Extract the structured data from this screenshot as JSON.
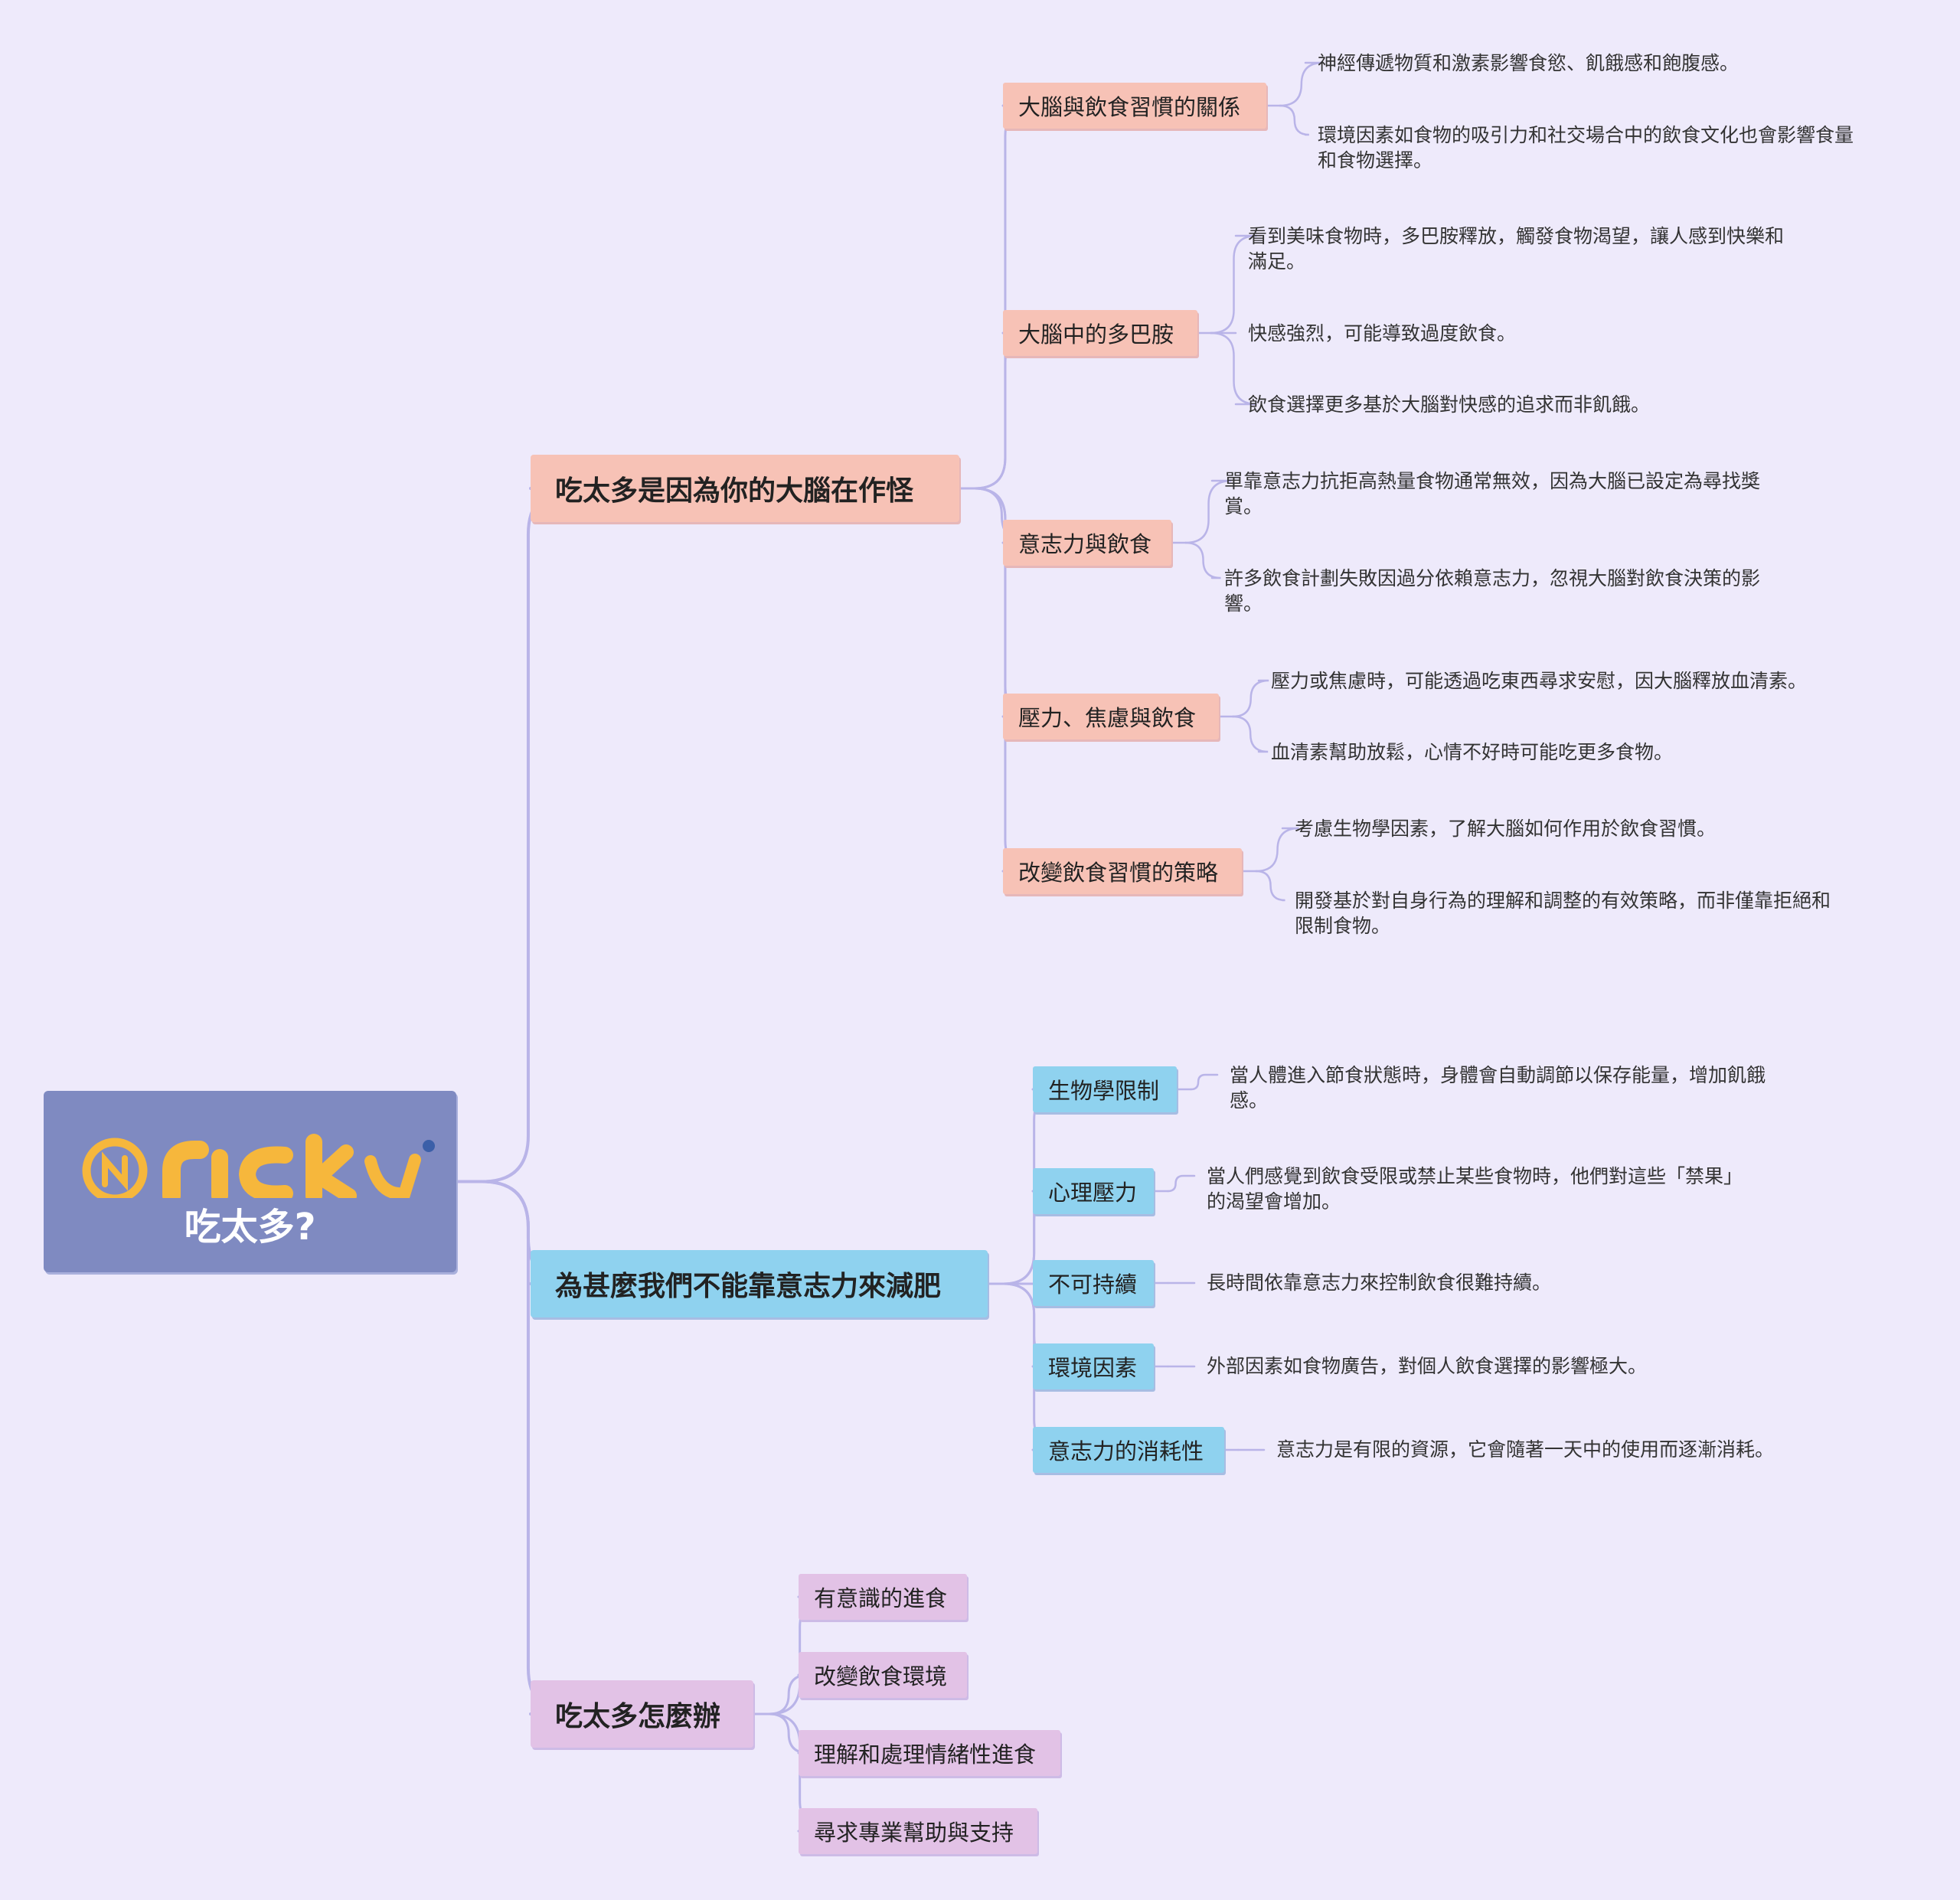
{
  "root": {
    "logo_text": "ricky",
    "title": "吃太多?"
  },
  "colors": {
    "background": "#eeeafb",
    "root": "#7f8ac1",
    "logo": "#f6b73c",
    "branch_1": "#f7c2b6",
    "branch_2": "#8fd2ef",
    "branch_3": "#e2c2e6",
    "connector": "#b9b4e8"
  },
  "branches": [
    {
      "label": "吃太多是因為你的大腦在作怪",
      "children": [
        {
          "label": "大腦與飲食習慣的關係",
          "notes": [
            [
              "神經傳遞物質和激素影響食慾、飢餓感和飽腹感。"
            ],
            [
              "環境因素如食物的吸引力和社交場合中的飲食文化也會影響食量",
              "和食物選擇。"
            ]
          ]
        },
        {
          "label": "大腦中的多巴胺",
          "notes": [
            [
              "看到美味食物時，多巴胺釋放，觸發食物渴望，讓人感到快樂和",
              "滿足。"
            ],
            [
              "快感強烈，可能導致過度飲食。"
            ],
            [
              "飲食選擇更多基於大腦對快感的追求而非飢餓。"
            ]
          ]
        },
        {
          "label": "意志力與飲食",
          "notes": [
            [
              "單靠意志力抗拒高熱量食物通常無效，因為大腦已設定為尋找獎",
              "賞。"
            ],
            [
              "許多飲食計劃失敗因過分依賴意志力，忽視大腦對飲食決策的影",
              "響。"
            ]
          ]
        },
        {
          "label": "壓力、焦慮與飲食",
          "notes": [
            [
              "壓力或焦慮時，可能透過吃東西尋求安慰，因大腦釋放血清素。"
            ],
            [
              "血清素幫助放鬆，心情不好時可能吃更多食物。"
            ]
          ]
        },
        {
          "label": "改變飲食習慣的策略",
          "notes": [
            [
              "考慮生物學因素，了解大腦如何作用於飲食習慣。"
            ],
            [
              "開發基於對自身行為的理解和調整的有效策略，而非僅靠拒絕和",
              "限制食物。"
            ]
          ]
        }
      ]
    },
    {
      "label": "為甚麼我們不能靠意志力來減肥",
      "children": [
        {
          "label": "生物學限制",
          "notes": [
            [
              "當人體進入節食狀態時，身體會自動調節以保存能量，增加飢餓",
              "感。"
            ]
          ]
        },
        {
          "label": "心理壓力",
          "notes": [
            [
              "當人們感覺到飲食受限或禁止某些食物時，他們對這些「禁果」",
              "的渴望會增加。"
            ]
          ]
        },
        {
          "label": "不可持續",
          "notes": [
            [
              "長時間依靠意志力來控制飲食很難持續。"
            ]
          ]
        },
        {
          "label": "環境因素",
          "notes": [
            [
              "外部因素如食物廣告，對個人飲食選擇的影響極大。"
            ]
          ]
        },
        {
          "label": "意志力的消耗性",
          "notes": [
            [
              "意志力是有限的資源，它會隨著一天中的使用而逐漸消耗。"
            ]
          ]
        }
      ]
    },
    {
      "label": "吃太多怎麼辦",
      "children": [
        {
          "label": "有意識的進食",
          "notes": []
        },
        {
          "label": "改變飲食環境",
          "notes": []
        },
        {
          "label": "理解和處理情緒性進食",
          "notes": []
        },
        {
          "label": "尋求專業幫助與支持",
          "notes": []
        }
      ]
    }
  ]
}
